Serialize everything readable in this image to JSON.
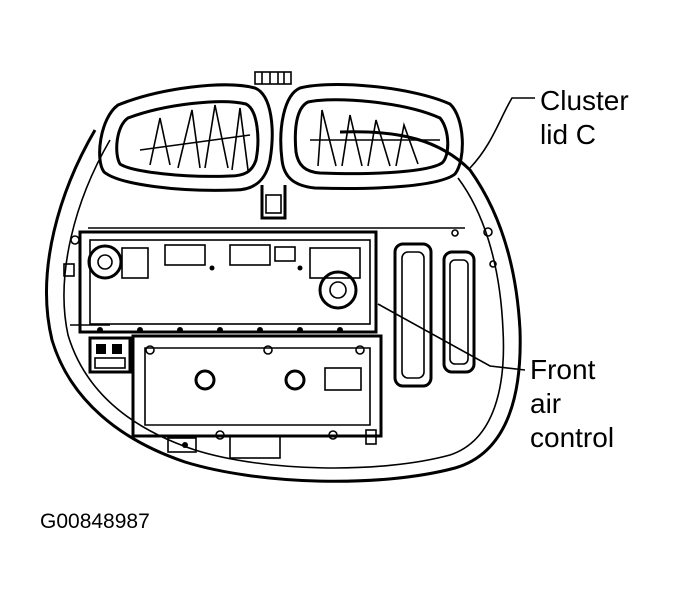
{
  "callouts": {
    "cluster_lid": [
      "Cluster",
      "lid C"
    ],
    "front_air_control": [
      "Front",
      "air",
      "control"
    ]
  },
  "figure_id": "G00848987",
  "colors": {
    "ink": "#000000",
    "paper": "#ffffff"
  }
}
